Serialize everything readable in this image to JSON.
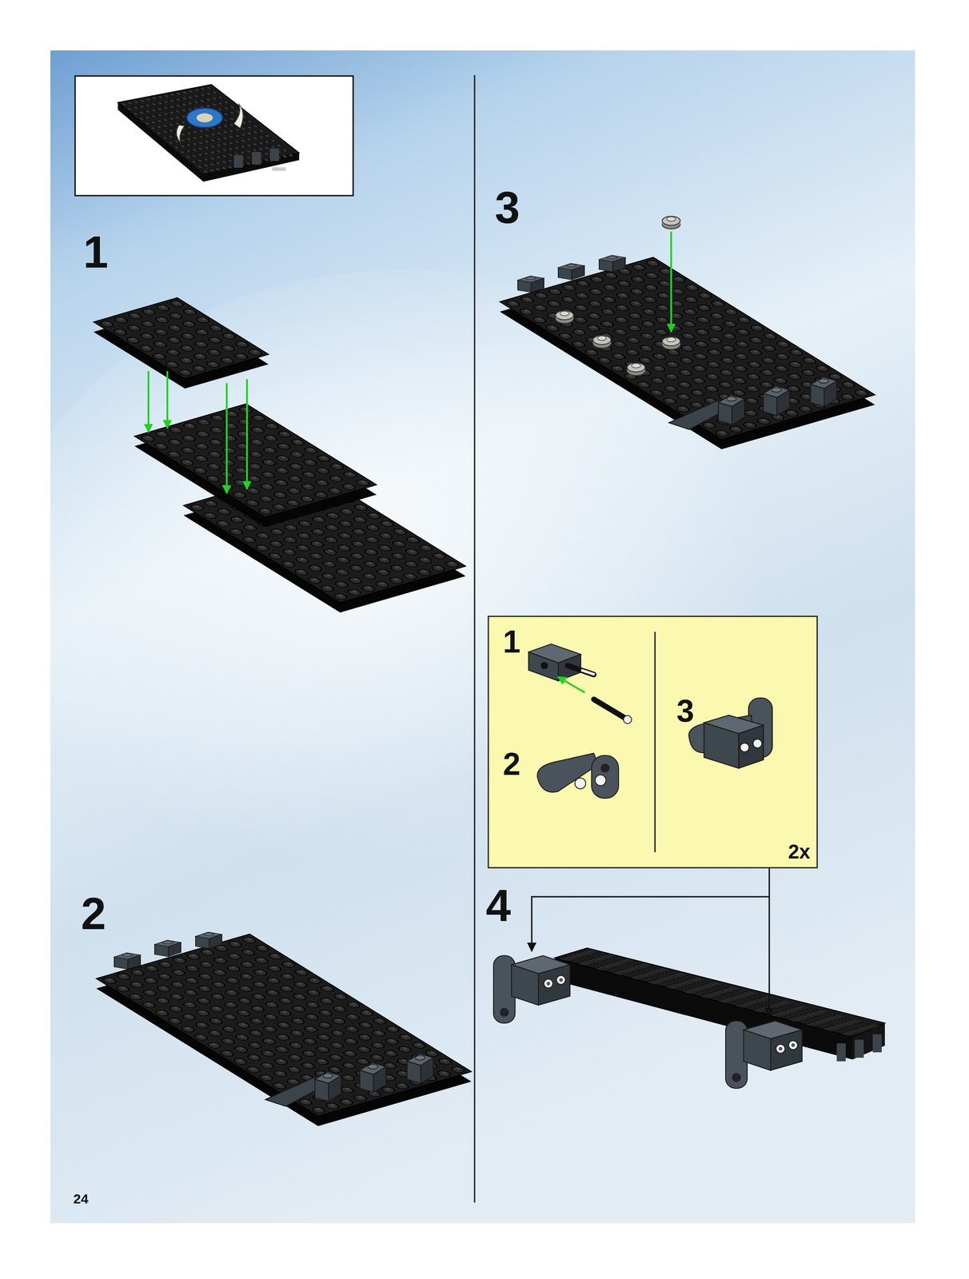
{
  "diagram": {
    "nodes": [
      {
        "text": [
          "1",
          "2",
          "3",
          "2x"
        ]
      }
    ],
    "labels": [
      "1",
      "2",
      "3",
      "4",
      "24"
    ]
  }
}
